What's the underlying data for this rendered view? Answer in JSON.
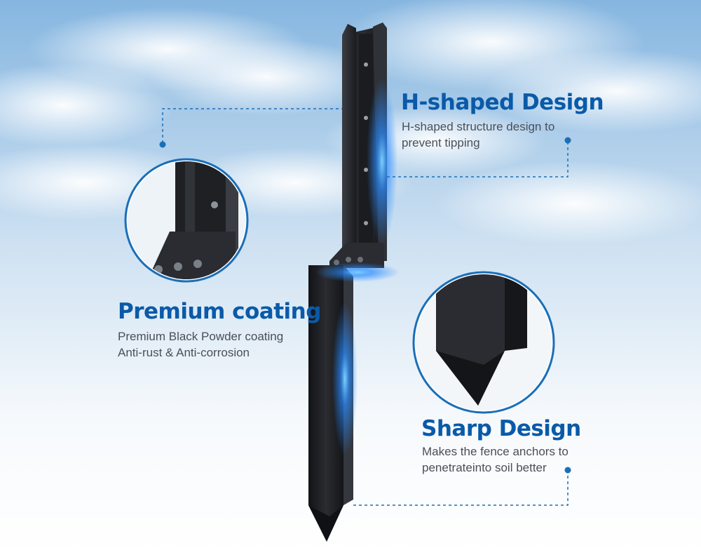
{
  "features": {
    "h_shaped": {
      "title": "H-shaped Design",
      "desc_line1": "H-shaped structure design to",
      "desc_line2": "prevent tipping"
    },
    "coating": {
      "title": "Premium coating",
      "desc_line1": "Premium Black Powder coating",
      "desc_line2": "Anti-rust & Anti-corrosion"
    },
    "sharp": {
      "title": "Sharp Design",
      "desc_line1": "Makes the fence anchors to",
      "desc_line2": "penetrateinto soil better"
    }
  },
  "colors": {
    "title_blue": "#0a5aa8",
    "callout_blue": "#1a6fb8",
    "product_black": "#1c1d20",
    "glow_blue": "#2a8cff",
    "sky_top": "#8cbbe3",
    "sky_bottom": "#ffffff"
  }
}
